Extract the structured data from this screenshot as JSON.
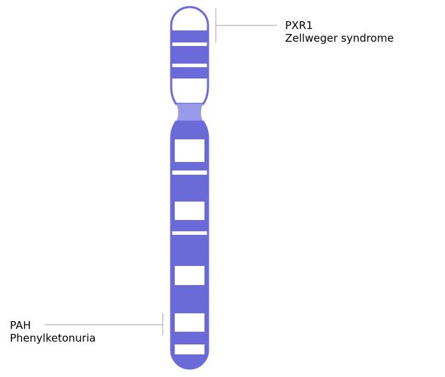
{
  "colors": {
    "band": "#6a6ad8",
    "outline": "#6a6ad8",
    "centromere": "#9a9aea",
    "light_band": "#ffffff",
    "leader_line": "#a0a0a0",
    "text": "#000000"
  },
  "annotations": [
    {
      "gene": "PXR1",
      "disorder": "Zellweger syndrome"
    },
    {
      "gene": "PAH",
      "disorder": "Phenylketonuria"
    }
  ]
}
